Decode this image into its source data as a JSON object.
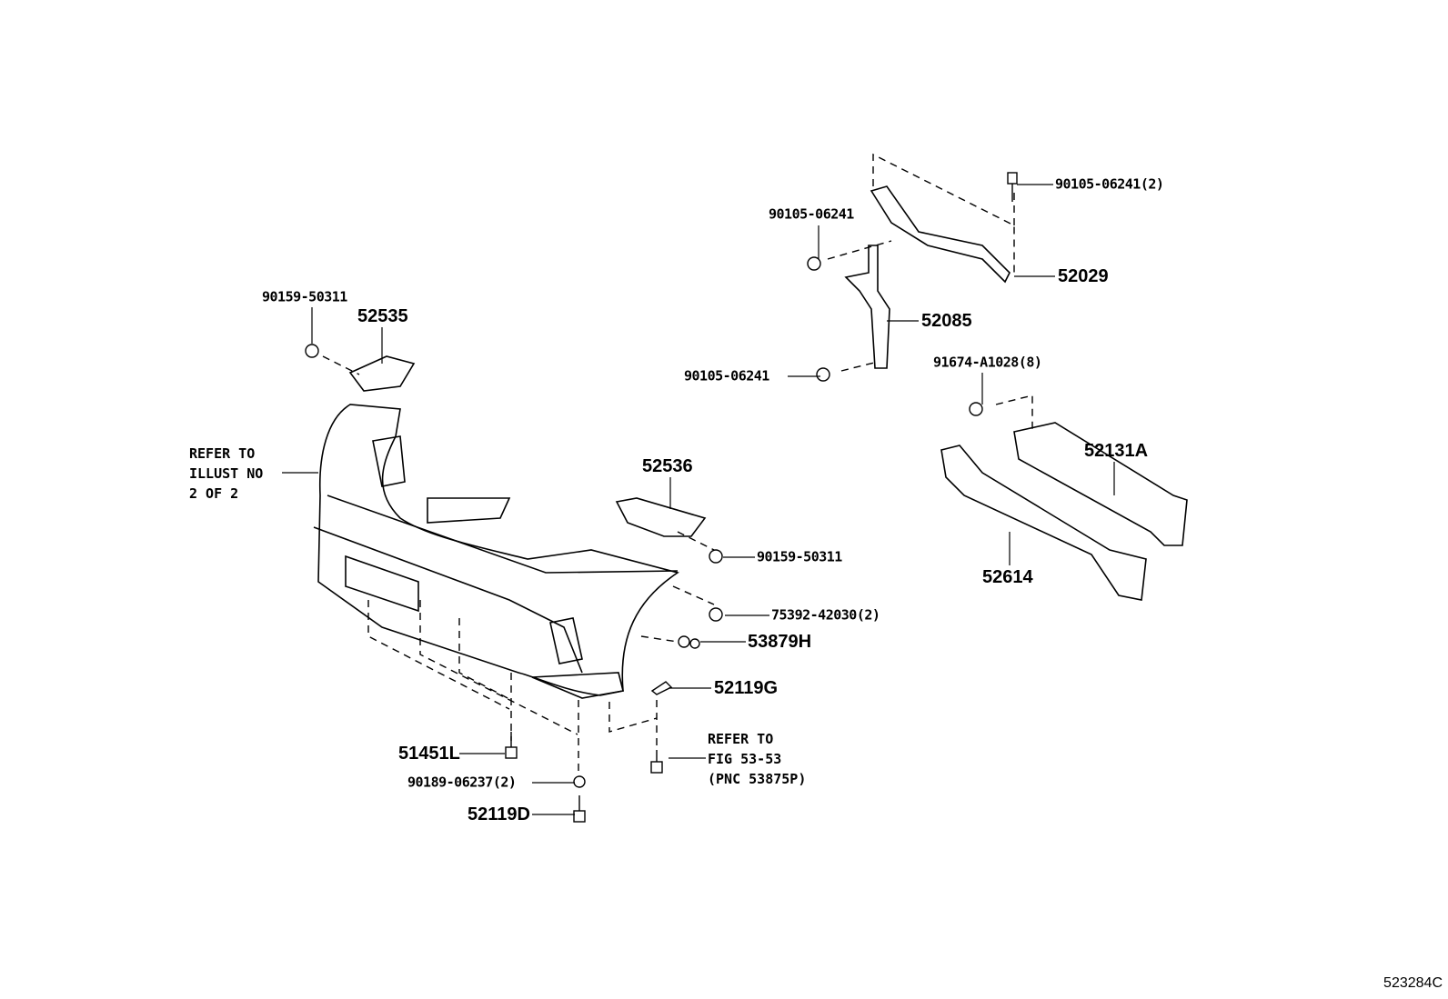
{
  "figure_id": "523284C",
  "parts": [
    {
      "number": "90105-06241(2)"
    },
    {
      "number": "90105-06241"
    },
    {
      "number": "52029"
    },
    {
      "number": "52085"
    },
    {
      "number": "90105-06241"
    },
    {
      "number": "91674-A1028(8)"
    },
    {
      "number": "52131A"
    },
    {
      "number": "52614"
    },
    {
      "number": "90159-50311"
    },
    {
      "number": "52535"
    },
    {
      "number": "52536"
    },
    {
      "number": "90159-50311"
    },
    {
      "number": "75392-42030(2)"
    },
    {
      "number": "53879H"
    },
    {
      "number": "52119G"
    },
    {
      "number": "51451L"
    },
    {
      "number": "90189-06237(2)"
    },
    {
      "number": "52119D"
    }
  ],
  "notes": {
    "illust": {
      "line1": "REFER TO",
      "line2": "ILLUST NO",
      "line3": "2 OF 2"
    },
    "fig": {
      "line1": "REFER TO",
      "line2": "FIG 53-53",
      "line3": "(PNC 53875P)"
    }
  }
}
